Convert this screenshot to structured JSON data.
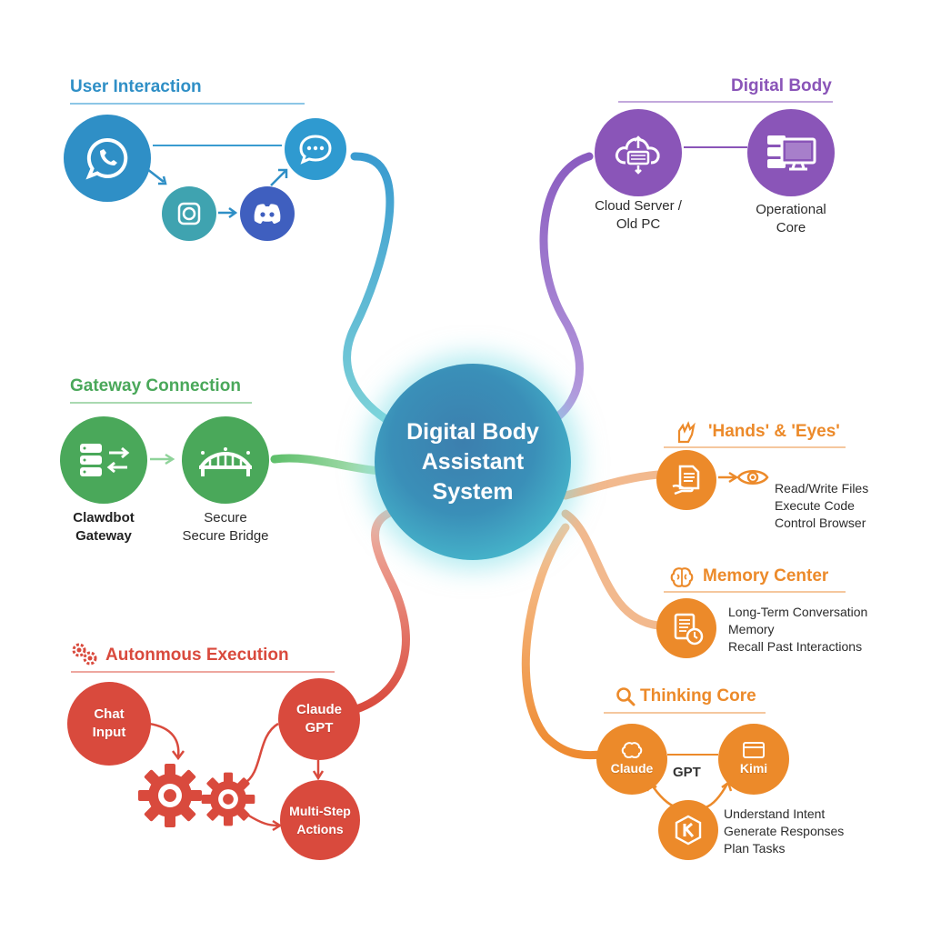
{
  "hub": {
    "lines": [
      "Digital Body",
      "Assistant",
      "System"
    ]
  },
  "colors": {
    "blue": "#2f8fc6",
    "teal": "#3fa3b0",
    "indigo": "#3f5fbf",
    "purple": "#8a55b8",
    "green": "#4aa85a",
    "orange": "#ec8a2a",
    "red": "#d94a3d"
  },
  "user_interaction": {
    "title": "User Interaction",
    "icons": [
      "whatsapp-icon",
      "app-icon",
      "discord-icon",
      "chat-bubble-icon"
    ]
  },
  "digital_body": {
    "title": "Digital Body",
    "cloud_label": [
      "Cloud Server /",
      "Old PC"
    ],
    "core_label": [
      "Operational",
      "Core"
    ]
  },
  "gateway": {
    "title": "Gateway Connection",
    "gateway_label": [
      "Clawdbot",
      "Gateway"
    ],
    "bridge_label": [
      "Secure",
      "Secure Bridge"
    ]
  },
  "hands_eyes": {
    "title": "'Hands' & 'Eyes'",
    "items": [
      "Read/Write Files",
      "Execute Code",
      "Control Browser"
    ]
  },
  "memory": {
    "title": "Memory Center",
    "items": [
      "Long-Term Conversation",
      "Memory",
      "Recall Past Interactions"
    ]
  },
  "execution": {
    "title": "Autonmous Execution",
    "chat_input": [
      "Chat",
      "Input"
    ],
    "claude_gpt": [
      "Claude",
      "GPT"
    ],
    "multi_step": [
      "Multi-Step",
      "Actions"
    ]
  },
  "thinking": {
    "title": "Thinking Core",
    "claude": "Claude",
    "gpt": "GPT",
    "kimi": "Kimi",
    "items": [
      "Understand Intent",
      "Generate Responses",
      "Plan Tasks"
    ]
  }
}
